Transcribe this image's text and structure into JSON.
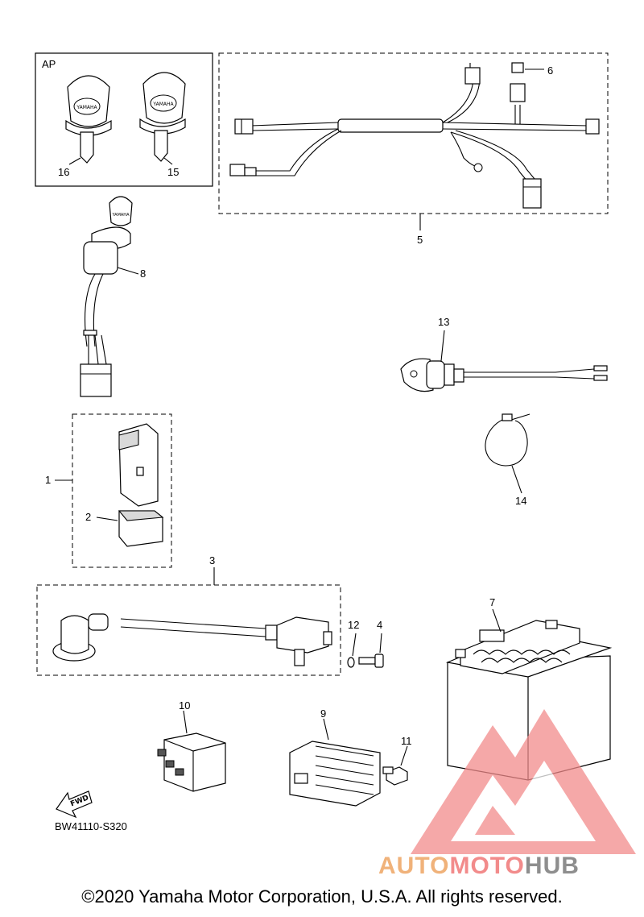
{
  "diagram": {
    "group_label": "AP",
    "callouts": [
      "1",
      "2",
      "3",
      "4",
      "5",
      "6",
      "7",
      "8",
      "9",
      "10",
      "11",
      "12",
      "13",
      "14",
      "15",
      "16"
    ],
    "fwd_label": "FWD",
    "key_logo_text": "YAMAHA",
    "doc_number": "BW41110-S320",
    "copyright": "©2020 Yamaha Motor Corporation, U.S.A. All rights reserved.",
    "watermark": {
      "part1": "AUTO",
      "part2": "MOTO",
      "part3": "HUB"
    },
    "colors": {
      "watermark_red": "#f28b8b",
      "watermark_orange": "#f0b27a",
      "watermark_gray": "#8e8e8e"
    }
  }
}
